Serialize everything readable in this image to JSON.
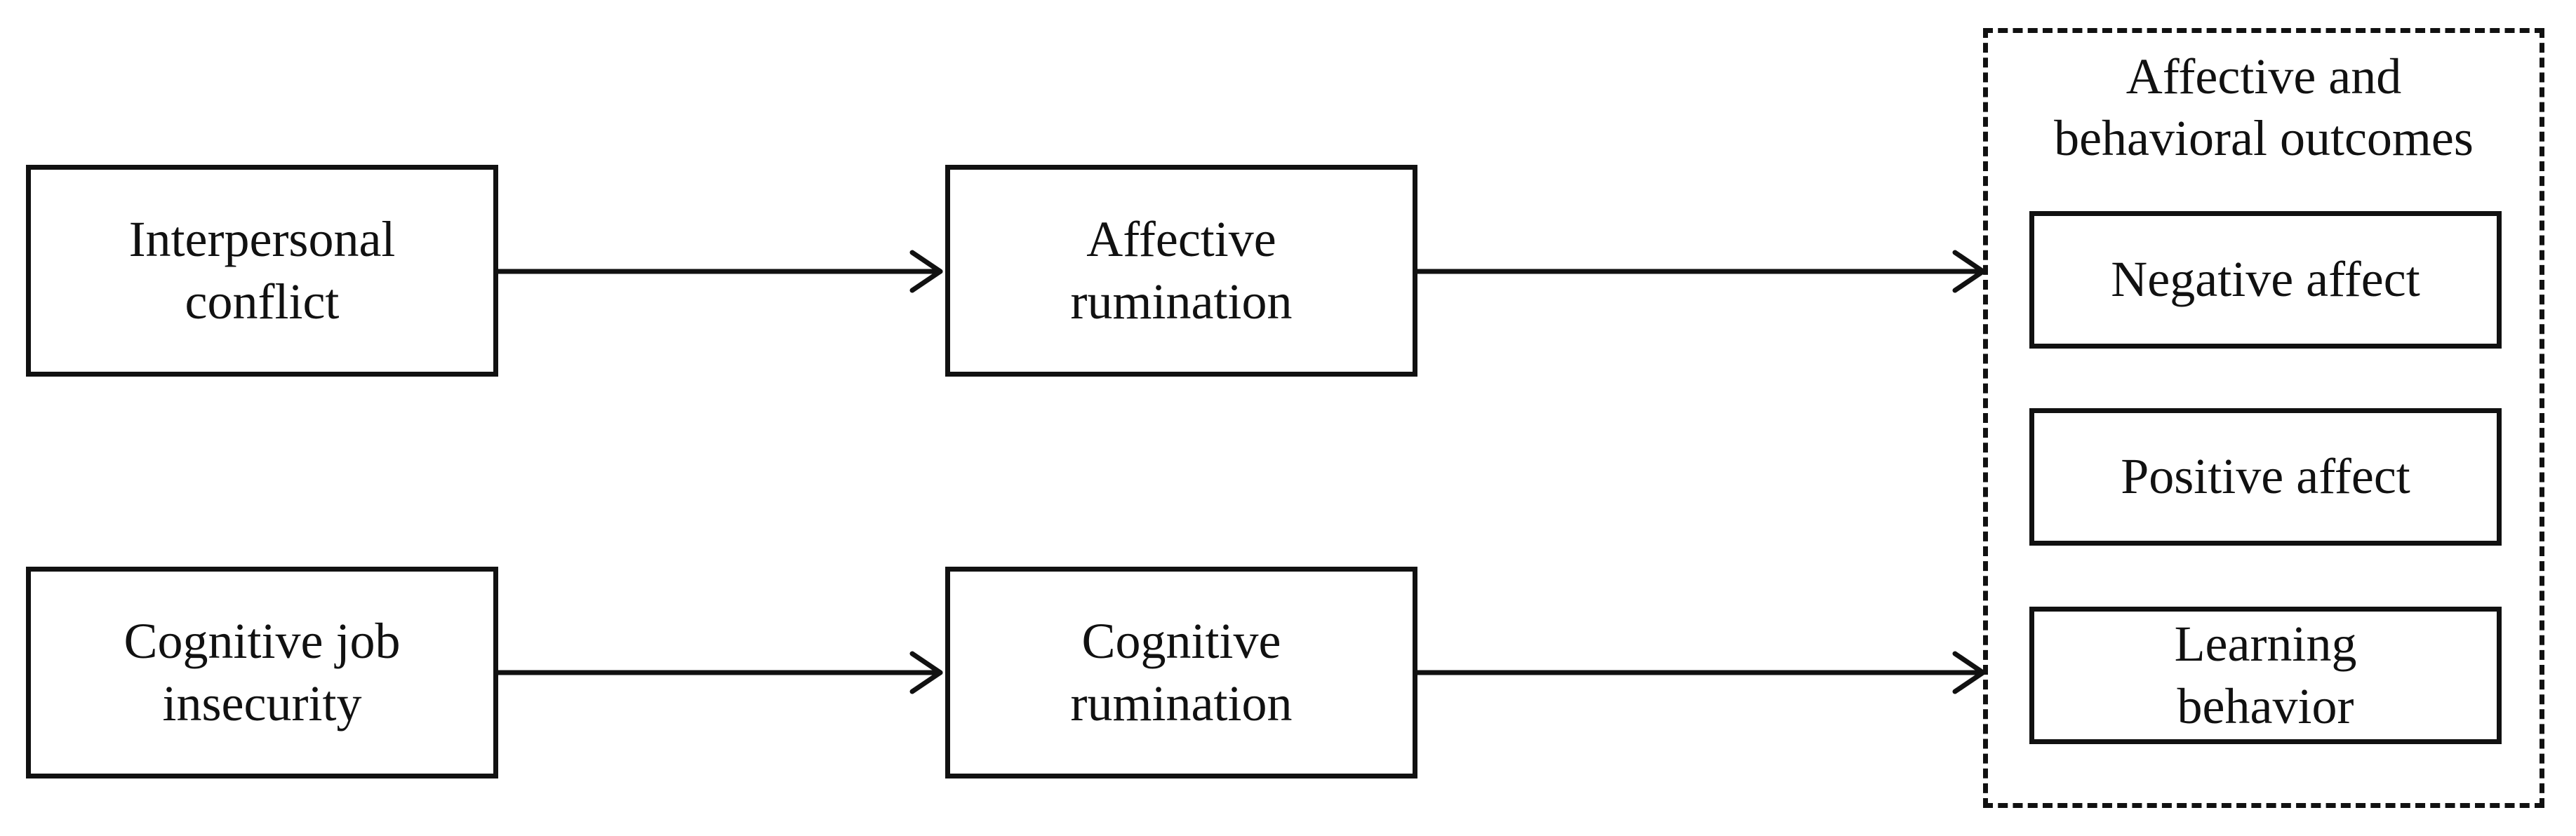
{
  "diagram": {
    "nodes": {
      "interpersonal_conflict": "Interpersonal\nconflict",
      "cognitive_job_insecurity": "Cognitive job\ninsecurity",
      "affective_rumination": "Affective\nrumination",
      "cognitive_rumination": "Cognitive\nrumination"
    },
    "outcomes_group": {
      "title": "Affective and\nbehavioral outcomes",
      "items": {
        "negative_affect": "Negative affect",
        "positive_affect": "Positive affect",
        "learning_behavior": "Learning\nbehavior"
      }
    },
    "edges": [
      {
        "from": "Interpersonal conflict",
        "to": "Affective rumination"
      },
      {
        "from": "Affective rumination",
        "to": "Affective and behavioral outcomes"
      },
      {
        "from": "Cognitive job insecurity",
        "to": "Cognitive rumination"
      },
      {
        "from": "Cognitive rumination",
        "to": "Affective and behavioral outcomes"
      }
    ],
    "colors": {
      "line": "#111111",
      "background": "#ffffff"
    }
  }
}
